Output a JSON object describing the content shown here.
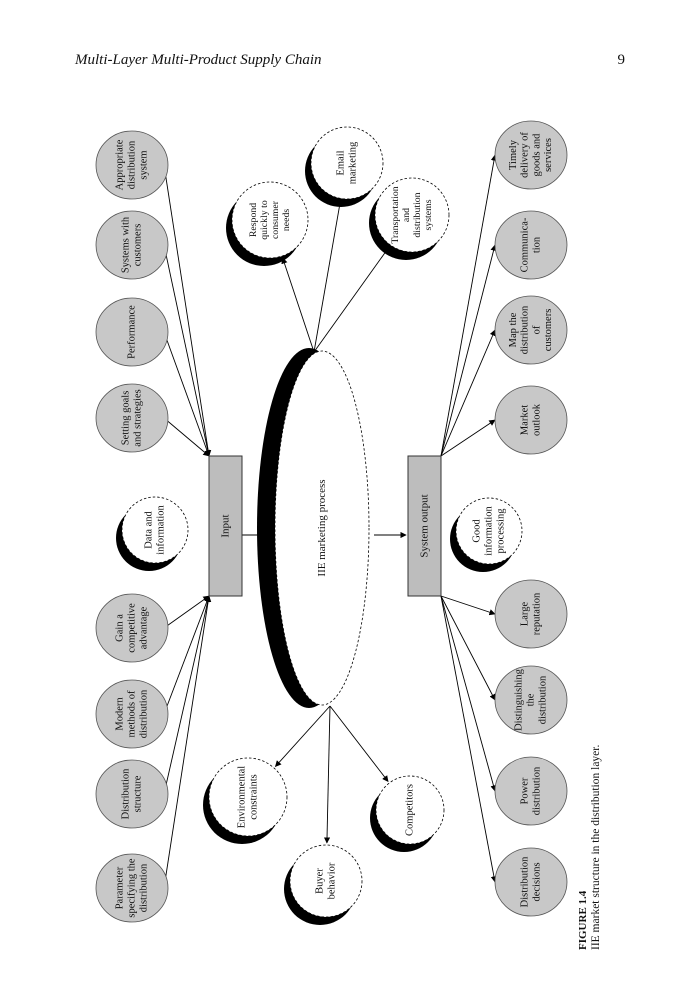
{
  "header": {
    "title": "Multi-Layer Multi-Product Supply Chain",
    "page_number": "9"
  },
  "figure": {
    "label": "FIGURE 1.4",
    "caption": "IIE market structure in the distribution layer."
  },
  "boxes": {
    "input": "Input",
    "process": "IIE marketing process",
    "output": "System output"
  },
  "input_factors": [
    {
      "lines": [
        "Appropriate",
        "distribution",
        "system"
      ]
    },
    {
      "lines": [
        "Systems with",
        "customers"
      ]
    },
    {
      "lines": [
        "Performance"
      ]
    },
    {
      "lines": [
        "Setting goals",
        "and strategies"
      ]
    },
    {
      "lines": [
        "Data and",
        "information"
      ]
    },
    {
      "lines": [
        "Gain a",
        "competitive",
        "advantage"
      ]
    },
    {
      "lines": [
        "Modern",
        "methods of",
        "distribution"
      ]
    },
    {
      "lines": [
        "Distribution",
        "structure"
      ]
    },
    {
      "lines": [
        "Parameter",
        "specifying the",
        "distribution"
      ]
    }
  ],
  "process_factors": [
    {
      "lines": [
        "Respond",
        "quickly to",
        "consumer",
        "needs"
      ]
    },
    {
      "lines": [
        "Email",
        "marketing"
      ]
    },
    {
      "lines": [
        "Transportation",
        "and",
        "distribution",
        "systems"
      ]
    },
    {
      "lines": [
        "Environmental",
        "constraints"
      ]
    },
    {
      "lines": [
        "Buyer",
        "behavior"
      ]
    },
    {
      "lines": [
        "Competitors"
      ]
    }
  ],
  "output_factors": [
    {
      "lines": [
        "Timely",
        "delivery of",
        "goods and",
        "services"
      ]
    },
    {
      "lines": [
        "Communica-",
        "tion"
      ]
    },
    {
      "lines": [
        "Map the",
        "distribution",
        "of",
        "customers"
      ]
    },
    {
      "lines": [
        "Market",
        "outlook"
      ]
    },
    {
      "lines": [
        "Good",
        "information",
        "processing"
      ]
    },
    {
      "lines": [
        "Large",
        "reputation"
      ]
    },
    {
      "lines": [
        "Distinguishing",
        "the",
        "distribution"
      ]
    },
    {
      "lines": [
        "Power",
        "distribution"
      ]
    },
    {
      "lines": [
        "Distribution",
        "decisions"
      ]
    }
  ],
  "colors": {
    "box_fill": "#bdbdbd",
    "node_fill": "#c8c8c8",
    "crescent": "#000000",
    "line": "#000000"
  }
}
